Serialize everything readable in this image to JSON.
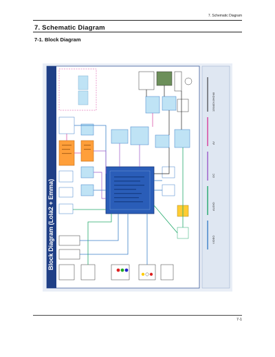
{
  "header": {
    "section_ref": "7. Schematic Diagram"
  },
  "chapter": {
    "title": "7. Schematic Diagram"
  },
  "section": {
    "title": "7-1. Block Diagram"
  },
  "diagram": {
    "title": "Block Diagram (Lola2 + Emma)",
    "legend": [
      "VIDEO",
      "AUDIO",
      "I2C",
      "AV",
      "1394/DVI/HDMI"
    ],
    "colors": {
      "video": "#3a7fc8",
      "audio": "#20a86a",
      "i2c": "#9a58c8",
      "av": "#d63a9a",
      "bus": "#222222",
      "main_chip": "#2a5db8",
      "tuner_block": "#ff9f3a",
      "header_bar": "#1f3f86"
    }
  },
  "footer": {
    "page": "7-1"
  }
}
